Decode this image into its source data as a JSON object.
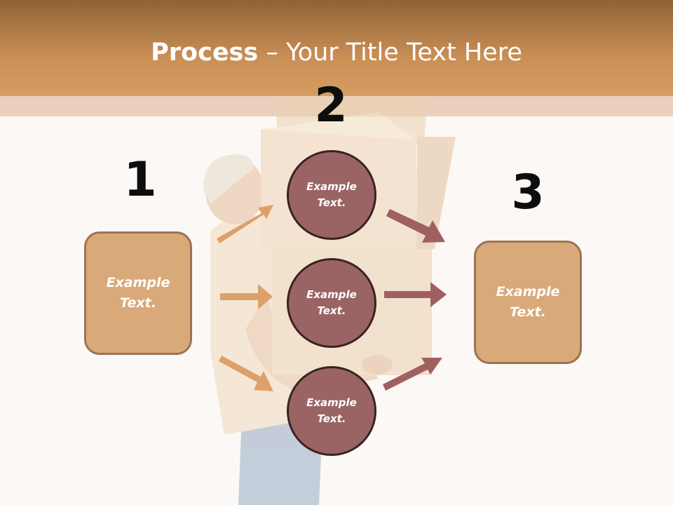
{
  "title": {
    "strong": "Process",
    "rest": " – Your Title Text Here"
  },
  "steps": {
    "one": {
      "number": "1",
      "box_text": "Example Text."
    },
    "two": {
      "number": "2",
      "circles": [
        {
          "text": "Example Text."
        },
        {
          "text": "Example Text."
        },
        {
          "text": "Example Text."
        }
      ]
    },
    "three": {
      "number": "3",
      "box_text": "Example Text."
    }
  },
  "colors": {
    "header": "#c98f55",
    "band": "#ead0bd",
    "box_fill": "#d9a979",
    "circle_fill": "#9a6464",
    "arrow_left": "#dca16a",
    "arrow_right": "#a06060"
  },
  "background_image": "delivery-man-carrying-boxes"
}
